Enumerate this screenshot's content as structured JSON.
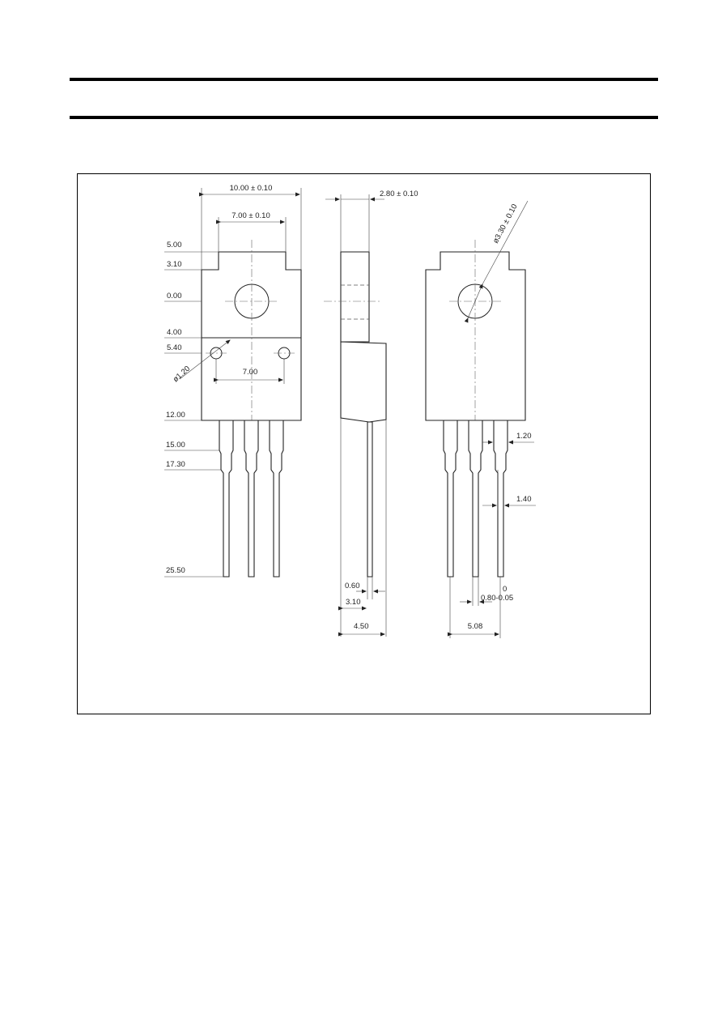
{
  "dimensions": {
    "width_10": "10.00 ± 0.10",
    "width_7": "7.00 ± 0.10",
    "thickness_280": "2.80 ± 0.10",
    "hole_330": "ø3.30 ± 0.10",
    "y_500": "5.00",
    "y_310": "3.10",
    "y_000": "0.00",
    "y_400": "4.00",
    "y_540": "5.40",
    "pin_hole_120": "ø1.20",
    "pin_spacing_700": "7.00",
    "y_1200": "12.00",
    "y_1500": "15.00",
    "y_1730": "17.30",
    "y_2550": "25.50",
    "lead_060": "0.60",
    "lead_310": "3.10",
    "depth_450": "4.50",
    "lead_120": "1.20",
    "lead_140": "1.40",
    "lead_080": "0.80-0.05",
    "tol_zero": "0",
    "pitch_508": "5.08"
  }
}
